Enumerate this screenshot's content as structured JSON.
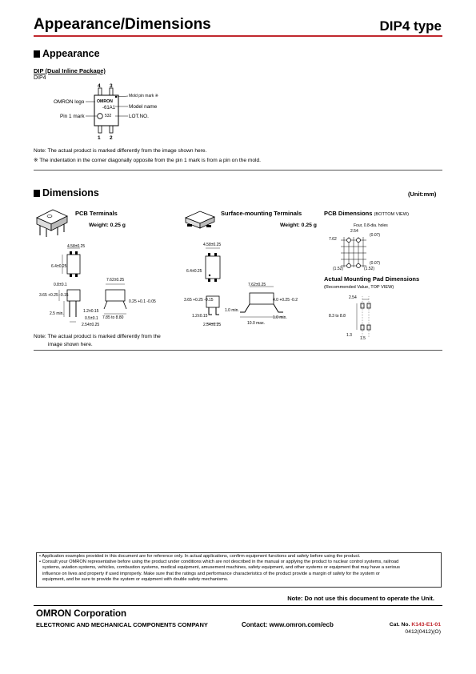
{
  "header": {
    "title": "Appearance/Dimensions",
    "type": "DIP4 type"
  },
  "appearance": {
    "heading": "Appearance",
    "pkg_title": "DIP (Dual Inline Package)",
    "pkg_sub": "DIP4",
    "pins_top": [
      "4",
      "3"
    ],
    "pins_bottom": [
      "1",
      "2"
    ],
    "labels": {
      "logo": "OMRON logo",
      "pin1": "Pin 1 mark",
      "mold": "Mold pin mark ※",
      "model": "Model name",
      "lot": "LOT.NO."
    },
    "chip_text": {
      "brand": "OMRON",
      "model": "-61A1",
      "lot": "532"
    },
    "note1": "Note: The actual product is marked differently from the image shown here.",
    "note2": "※ The indentation in the corner diagonally opposite from the pin 1 mark is from a pin on the mold."
  },
  "dimensions": {
    "heading": "Dimensions",
    "unit": "(Unit:mm)",
    "pcb": {
      "title": "PCB Terminals",
      "weight": "Weight: 0.25 g",
      "d1": "4.58",
      "d1t": "±0.25",
      "d2": "6.4",
      "d2t": "±0.25",
      "d3": "0.8",
      "d3t": "±0.1",
      "d4": "3.65",
      "d4t": "+0.25 -0.15",
      "d5": "2.5 min.",
      "d6": "1.2",
      "d6t": "±0.15",
      "d7": "0.5",
      "d7t": "±0.1",
      "d8": "2.54",
      "d8t": "±0.25",
      "d9": "7.62",
      "d9t": "±0.25",
      "d10": "0.25",
      "d10t": "+0.1 -0.05",
      "d11": "7.85 to 8.80"
    },
    "smt": {
      "title": "Surface-mounting Terminals",
      "weight": "Weight: 0.25 g",
      "d1": "4.58",
      "d1t": "±0.25",
      "d2": "6.4",
      "d2t": "±0.25",
      "d3": "7.62",
      "d3t": "±0.25",
      "d4": "3.65",
      "d4t": "+0.25 -0.15",
      "d5": "4.0",
      "d5t": "+0.25 -0.2",
      "d6": "1.0 min.",
      "d7": "1.2",
      "d7t": "±0.15",
      "d8": "1.0 min.",
      "d9": "2.54",
      "d9t": "±0.25",
      "d10": "10.0 max."
    },
    "pcbdim": {
      "title": "PCB Dimensions",
      "sub": "(BOTTOM VIEW)",
      "holes": "Four, 0.8-dia. holes",
      "d1": "2.54",
      "d2": "(0.07)",
      "d3": "7.62",
      "d4": "(1.52)",
      "d5": "(1.52)",
      "d6": "(0.07)"
    },
    "pad": {
      "title": "Actual Mounting Pad Dimensions",
      "sub": "(Recommended Value, TOP VIEW)",
      "d1": "2.54",
      "d2": "8.3 to 8.8",
      "d3": "1.3",
      "d4": "1.5"
    },
    "note": [
      "Note: The actual product is marked differently from the",
      "image shown here."
    ]
  },
  "disclaimer": [
    "• Application examples provided in this document are for reference only. In actual applications, confirm equipment functions and safety before using the product.",
    "• Consult your OMRON representative before using the product under conditions which are not described in the manual or applying the product to nuclear control systems, railroad",
    "systems, aviation systems, vehicles, combustion systems, medical equipment, amusement machines, safety equipment, and other systems or equipment that may have a serious",
    "influence on lives and property if used improperly. Make sure that the ratings and performance characteristics of the product provide a margin of safety for the system or",
    "equipment, and be sure to provide the system or equipment with double safety mechanisms."
  ],
  "footer": {
    "warning": "Note: Do not use this document to operate the Unit.",
    "company": "OMRON Corporation",
    "division": "ELECTRONIC AND MECHANICAL COMPONENTS COMPANY",
    "contact": "Contact:  www.omron.com/ecb",
    "cat_label": "Cat. No.",
    "cat_no": "K143-E1-01",
    "code": "0412(0412)(O)",
    "colors": {
      "accent": "#c0282e"
    }
  }
}
